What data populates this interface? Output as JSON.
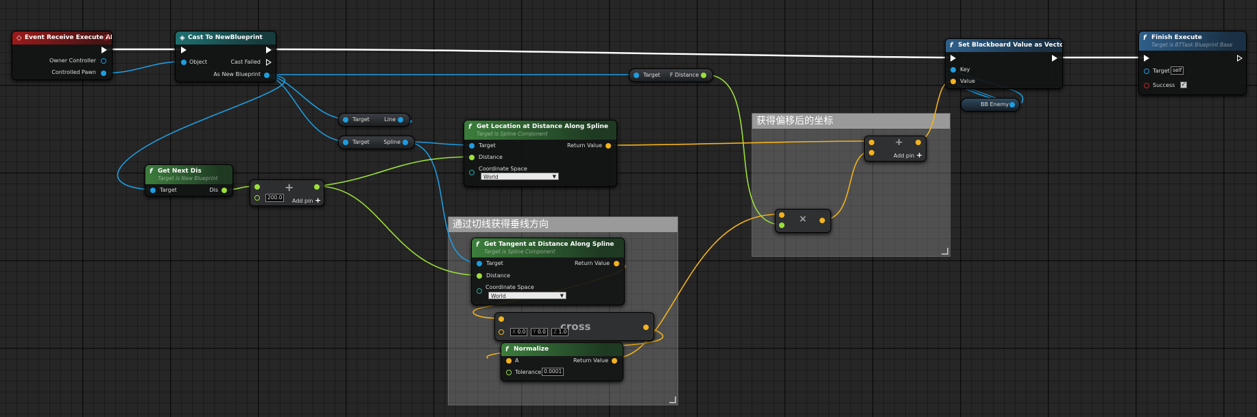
{
  "colors": {
    "exec": "#ffffff",
    "object_pin": "#1e9de0",
    "float_pin": "#9be03a",
    "vector_pin": "#f3b31e",
    "event_header": "#9c1a1a",
    "cast_header": "#1f6f6f",
    "pure_function_header": "#3c7e3c",
    "function_header": "#2e5f8a",
    "grid_background": "#262626"
  },
  "comments": {
    "offset": {
      "title": "获得偏移后的坐标"
    },
    "tangent": {
      "title": "通过切线获得垂线方向"
    }
  },
  "nodes": {
    "event_receive": {
      "title": "Event Receive Execute AI",
      "icon": "event-diamond-icon",
      "pins": {
        "owner_controller": "Owner Controller",
        "controlled_pawn": "Controlled Pawn"
      }
    },
    "cast": {
      "title": "Cast To NewBlueprint",
      "icon": "cast-icon",
      "pins": {
        "object": "Object",
        "cast_failed": "Cast Failed",
        "as_new_blueprint": "As New Blueprint"
      }
    },
    "get_next_dis": {
      "title": "Get Next Dis",
      "subtitle": "Target is New Blueprint",
      "icon": "f",
      "pins": {
        "target": "Target",
        "dis": "Dis"
      }
    },
    "add_float": {
      "input_value": "200.0",
      "add_pin": "Add pin"
    },
    "var_line": {
      "target": "Target",
      "name": "Line"
    },
    "var_spline": {
      "target": "Target",
      "name": "Spline"
    },
    "var_fdistance": {
      "target": "Target",
      "name": "F Distance"
    },
    "get_location": {
      "title": "Get Location at Distance Along Spline",
      "subtitle": "Target is Spline Component",
      "icon": "f",
      "pins": {
        "target": "Target",
        "distance": "Distance",
        "coordinate_space": "Coordinate Space",
        "return_value": "Return Value"
      },
      "coordinate_space_value": "World"
    },
    "get_tangent": {
      "title": "Get Tangent at Distance Along Spline",
      "subtitle": "Target is Spline Component",
      "icon": "f",
      "pins": {
        "target": "Target",
        "distance": "Distance",
        "coordinate_space": "Coordinate Space",
        "return_value": "Return Value"
      },
      "coordinate_space_value": "World"
    },
    "cross": {
      "title": "cross",
      "x_label": "X",
      "x_value": "0.0",
      "y_label": "Y",
      "y_value": "0.0",
      "z_label": "Z",
      "z_value": "1.0"
    },
    "normalize": {
      "title": "Normalize",
      "icon": "f",
      "pins": {
        "a": "A",
        "return_value": "Return Value",
        "tolerance": "Tolerance"
      },
      "tolerance_value": "0.0001"
    },
    "multiply": {
      "symbol": "×"
    },
    "add_vector": {
      "symbol": "+",
      "add_pin": "Add pin"
    },
    "set_blackboard": {
      "title": "Set Blackboard Value as Vector",
      "icon": "f",
      "pins": {
        "key": "Key",
        "value": "Value"
      }
    },
    "bb_enemy": {
      "name": "BB Enemy"
    },
    "finish_execute": {
      "title": "Finish Execute",
      "subtitle": "Target is BTTask Blueprint Base",
      "icon": "f",
      "pins": {
        "target": "Target",
        "success": "Success"
      },
      "target_value": "self",
      "success_checked": true
    }
  }
}
